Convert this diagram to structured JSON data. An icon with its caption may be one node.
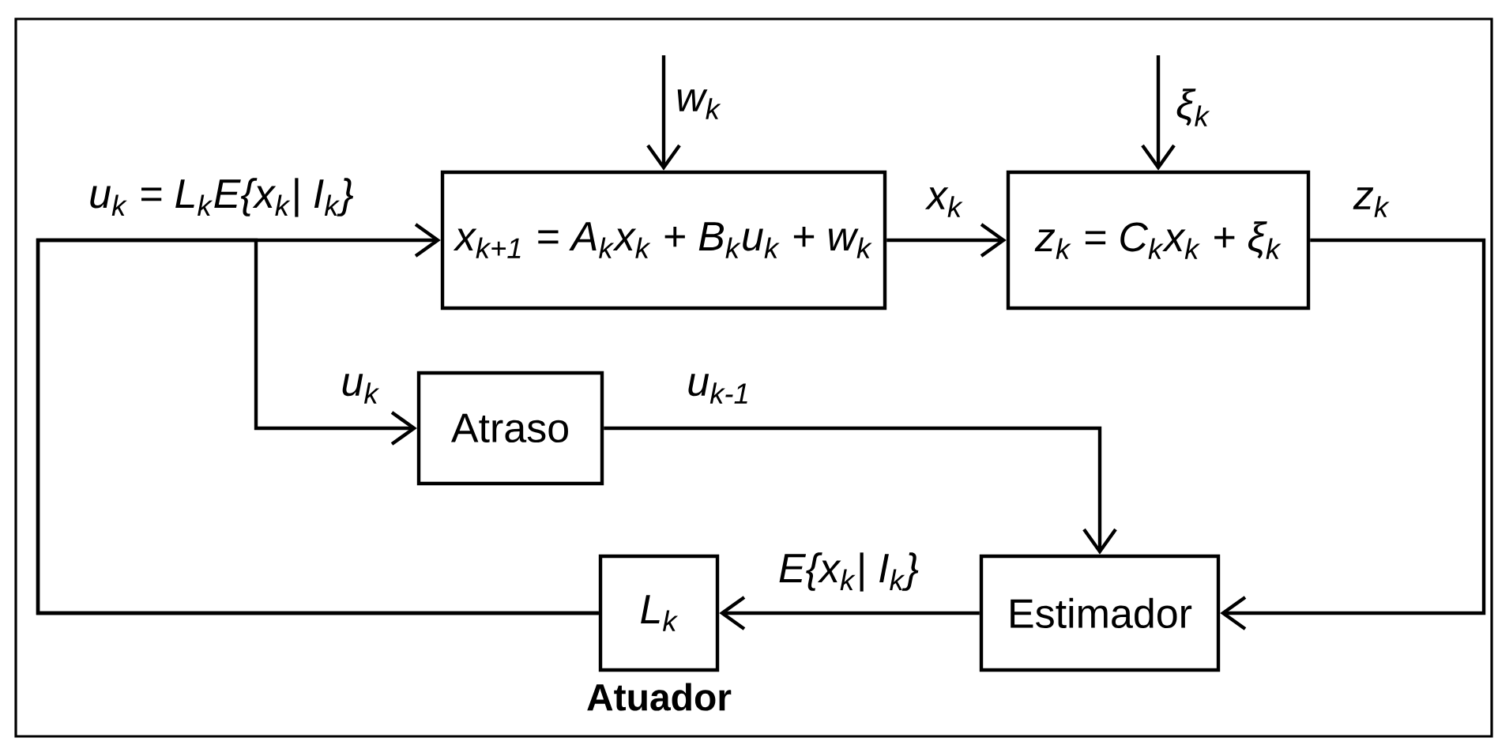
{
  "diagram": {
    "nodes": [
      {
        "text": [
          "x$_{k+1}$ = A$_{k}$x$_{k}$ + B$_{k}$u$_{k}$ + w$_{k}$"
        ]
      },
      {
        "text": [
          "z$_{k}$ = C$_{k}$x$_{k}$ + ξ$_{k}$"
        ]
      },
      {
        "text": [
          "Atraso"
        ]
      },
      {
        "text": [
          "L$_{k}$"
        ],
        "beside": [
          "Atuador"
        ]
      },
      {
        "text": [
          "Estimador"
        ]
      }
    ],
    "edges": [
      {
        "from": null,
        "to": 0,
        "arrow": "to",
        "label": "w$_{k}$"
      },
      {
        "from": null,
        "to": 1,
        "arrow": "to",
        "label": "ξ$_{k}$"
      },
      {
        "from": 0,
        "to": 1,
        "arrow": "to",
        "label": "x$_{k}$"
      },
      {
        "from": 1,
        "to": 4,
        "arrow": "to",
        "label": "z$_{k}$"
      },
      {
        "from": 4,
        "to": 3,
        "arrow": "to",
        "label": "E{x$_{k}$| I$_{k}$}"
      },
      {
        "from": 3,
        "to": 0,
        "arrow": "to",
        "label": "u$_{k}$ = L$_{k}$E{x$_{k}$| I$_{k}$}"
      },
      {
        "from": 3,
        "to": 2,
        "arrow": "to",
        "label": "u$_{k}$"
      },
      {
        "from": 2,
        "to": 4,
        "arrow": "to",
        "label": "u$_{k-1}$"
      }
    ]
  }
}
